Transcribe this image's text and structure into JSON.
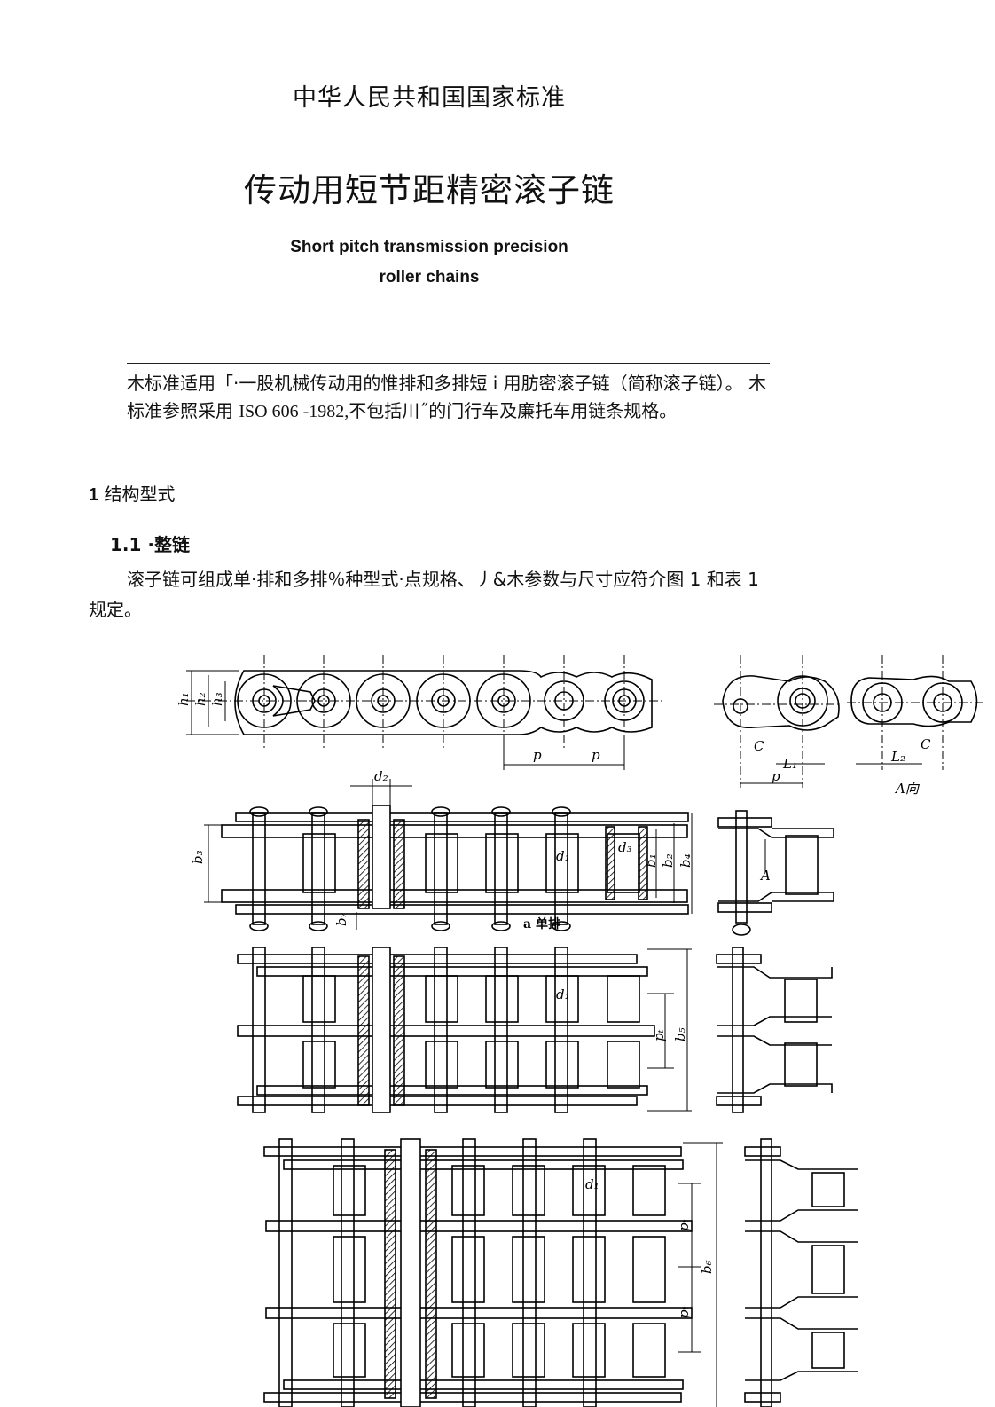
{
  "header": {
    "standard_name": "中华人民共和国国家标准",
    "title_cn": "传动用短节距精密滚子链",
    "title_en_line1": "Short pitch transmission precision",
    "title_en_line2": "roller chains"
  },
  "scope": {
    "part1": "木标准适用「·一股机械传动用的惟排和多排短 i 用肪密滚子链（简称滚子链）。 木标准参照采用 ",
    "ref": "ISO 606 -1982,",
    "part2": "不包括川˝的门行车及廉托车用链条规格。"
  },
  "section1": {
    "number": "1",
    "title": "结构型式"
  },
  "section1_1": {
    "number": "1.1 ·",
    "title": "整链"
  },
  "paragraph": "滚子链可组成单·排和多排％种型式·点规格、丿&木参数与尺寸应符介图 1 和表 1 规定。",
  "figure": {
    "caption_single": "a 单排",
    "dim_labels": {
      "h1": "h₁",
      "h2": "h₂",
      "h3": "h₃",
      "p": "p",
      "c": "C",
      "l1": "L₁",
      "l2": "L₂",
      "a_dir": "A向",
      "d1": "d₁",
      "d2": "d₂",
      "d3": "d₃",
      "b1": "b₁",
      "b2": "b₂",
      "b3": "b₃",
      "b4": "b₄",
      "b5": "b₅",
      "b6": "b₆",
      "b7": "b₇",
      "pt": "pₜ",
      "a": "A"
    }
  }
}
